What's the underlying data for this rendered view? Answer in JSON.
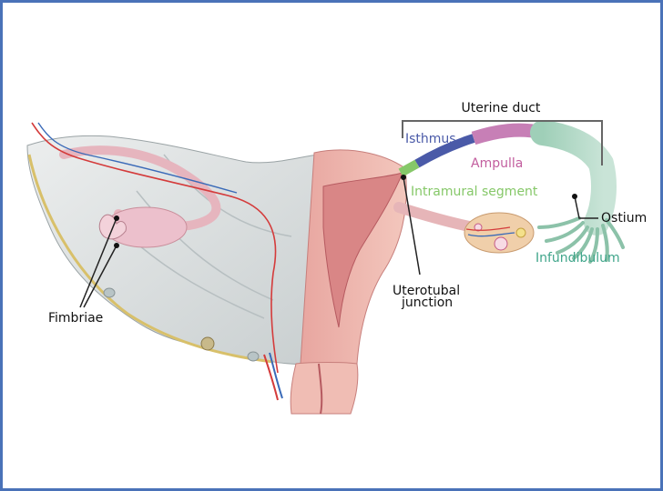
{
  "labels": {
    "uterine_duct": "Uterine duct",
    "isthmus": "Isthmus",
    "ampulla": "Ampulla",
    "intramural_segment": "Intramural segment",
    "ostium": "Ostium",
    "infundibulum": "Infundibulum",
    "uterotubal_junction_line1": "Uterotubal",
    "uterotubal_junction_line2": "junction",
    "fimbriae": "Fimbriae"
  },
  "colors": {
    "frame": "#4a72b8",
    "isthmus": "#4a5aa8",
    "ampulla": "#c25d9e",
    "intramural_segment": "#86c869",
    "infundibulum": "#3fa58a",
    "black": "#111111"
  }
}
